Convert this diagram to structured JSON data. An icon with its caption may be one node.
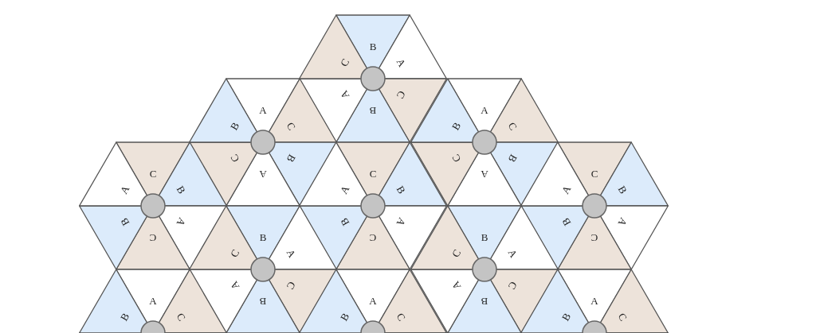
{
  "diagram": {
    "labels": [
      "B",
      "C",
      "A",
      "A",
      "C",
      "A",
      "B",
      "A",
      "B",
      "C",
      "B",
      "C",
      "C",
      "B",
      "C",
      "B",
      "C",
      "A",
      "C",
      "A",
      "C",
      "A",
      "B",
      "A",
      "B",
      "A",
      "B",
      "B",
      "A",
      "B",
      "A",
      "B",
      "A",
      "C",
      "B",
      "C",
      "B",
      "C",
      "C",
      "A",
      "C",
      "A",
      "A",
      "C",
      "A",
      "C",
      "A",
      "B",
      "A",
      "B",
      "A",
      "B",
      "C",
      "B",
      "C",
      "B",
      "C"
    ]
  }
}
